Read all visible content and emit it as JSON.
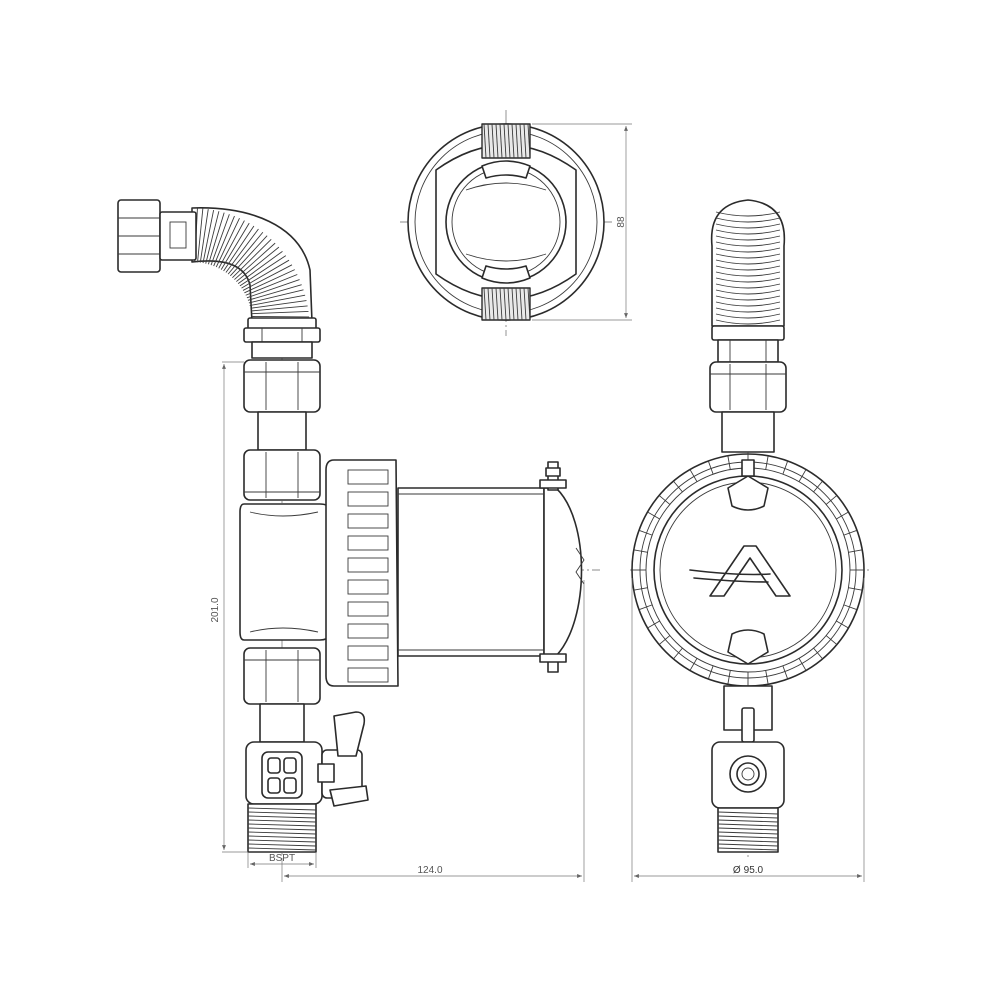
{
  "dimensions": {
    "total_height": "201.0",
    "body_length": "124.0",
    "top_view_height": "88",
    "diameter": "95.0",
    "diameter_symbol": "Ø",
    "thread_type": "BSPT"
  },
  "colors": {
    "line": "#2b2b2b",
    "dimension_line": "#777777",
    "background": "#ffffff"
  }
}
